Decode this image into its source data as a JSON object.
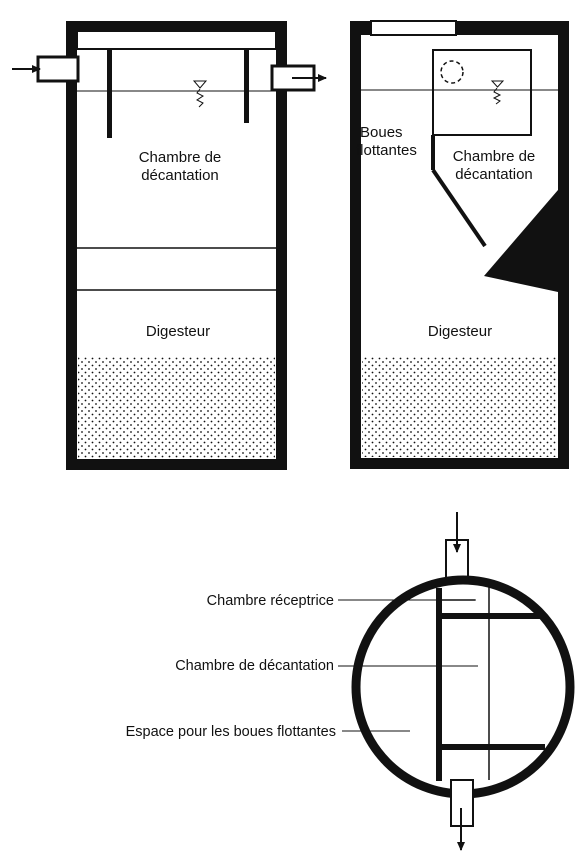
{
  "tank_left": {
    "label_settling": [
      "Chambre de",
      "décantation"
    ],
    "label_digester": "Digesteur"
  },
  "tank_right": {
    "label_floating": [
      "Boues",
      "flottantes"
    ],
    "label_settling": [
      "Chambre de",
      "décantation"
    ],
    "label_digester": "Digesteur"
  },
  "plan_view": {
    "label_receiving": "Chambre réceptrice",
    "label_settling": "Chambre de décantation",
    "label_floating_space": "Espace pour les boues flottantes"
  },
  "colors": {
    "ink": "#111111",
    "paper": "#ffffff"
  },
  "icons": [
    "water-level-icon",
    "inlet-arrow-icon",
    "outlet-arrow-icon",
    "flow-down-arrow-icon"
  ]
}
